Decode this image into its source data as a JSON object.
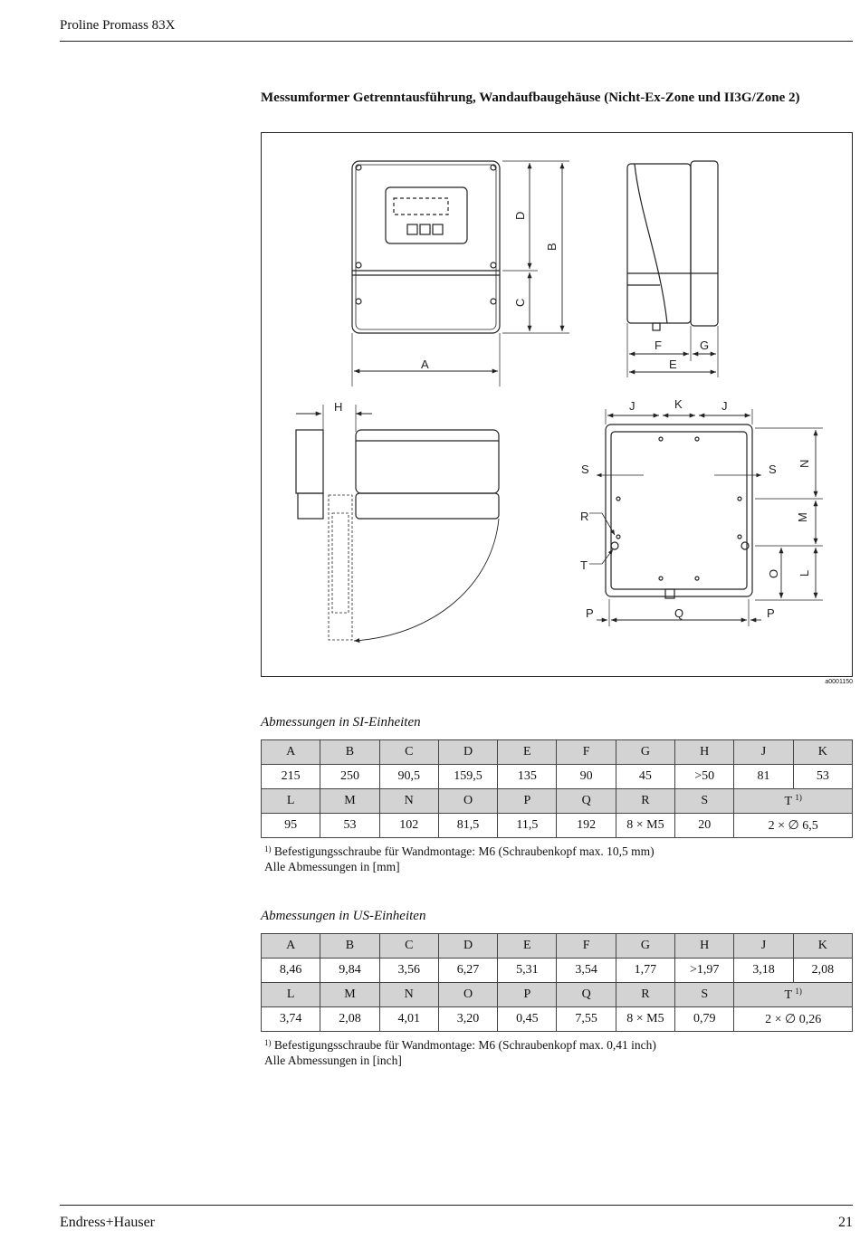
{
  "header": {
    "title": "Proline Promass 83X"
  },
  "section": {
    "title": "Messumformer Getrenntausführung, Wandaufbaugehäuse (Nicht-Ex-Zone und II3G/Zone 2)"
  },
  "figure": {
    "id": "a0001150",
    "labels": {
      "A": "A",
      "B": "B",
      "C": "C",
      "D": "D",
      "E": "E",
      "F": "F",
      "G": "G",
      "H": "H",
      "J": "J",
      "K": "K",
      "L": "L",
      "M": "M",
      "N": "N",
      "O": "O",
      "P": "P",
      "Q": "Q",
      "R": "R",
      "S": "S",
      "T": "T"
    }
  },
  "si": {
    "caption": "Abmessungen in SI-Einheiten",
    "headers1": [
      "A",
      "B",
      "C",
      "D",
      "E",
      "F",
      "G",
      "H",
      "J",
      "K"
    ],
    "values1": [
      "215",
      "250",
      "90,5",
      "159,5",
      "135",
      "90",
      "45",
      ">50",
      "81",
      "53"
    ],
    "headers2": [
      "L",
      "M",
      "N",
      "O",
      "P",
      "Q",
      "R",
      "S",
      "T"
    ],
    "values2": [
      "95",
      "53",
      "102",
      "81,5",
      "11,5",
      "192",
      "8 × M5",
      "20",
      "2 × ∅ 6,5"
    ],
    "footnote_mark": "1)",
    "footnote": "Befestigungsschraube für Wandmontage: M6 (Schraubenkopf max. 10,5 mm)",
    "units_note": "Alle Abmessungen in [mm]"
  },
  "us": {
    "caption": "Abmessungen in US-Einheiten",
    "headers1": [
      "A",
      "B",
      "C",
      "D",
      "E",
      "F",
      "G",
      "H",
      "J",
      "K"
    ],
    "values1": [
      "8,46",
      "9,84",
      "3,56",
      "6,27",
      "5,31",
      "3,54",
      "1,77",
      ">1,97",
      "3,18",
      "2,08"
    ],
    "headers2": [
      "L",
      "M",
      "N",
      "O",
      "P",
      "Q",
      "R",
      "S",
      "T"
    ],
    "values2": [
      "3,74",
      "2,08",
      "4,01",
      "3,20",
      "0,45",
      "7,55",
      "8 × M5",
      "0,79",
      "2 × ∅ 0,26"
    ],
    "footnote_mark": "1)",
    "footnote": "Befestigungsschraube für Wandmontage: M6 (Schraubenkopf max. 0,41 inch)",
    "units_note": "Alle Abmessungen in [inch]"
  },
  "footer": {
    "brand": "Endress+Hauser",
    "page": "21"
  }
}
